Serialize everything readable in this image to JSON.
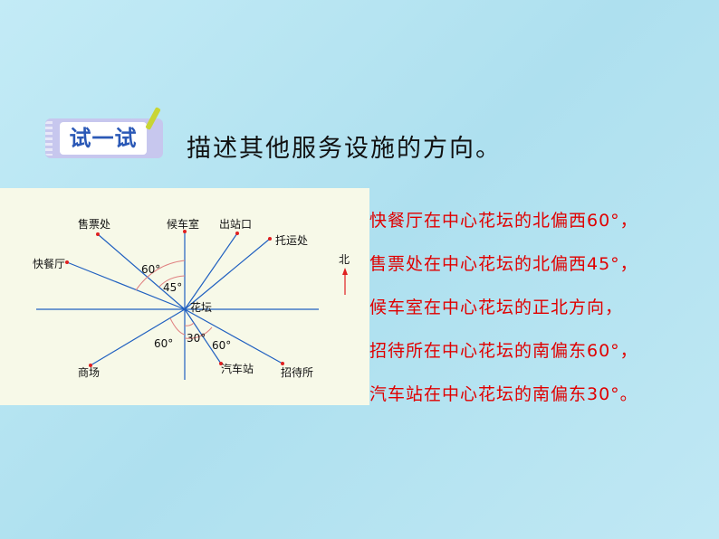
{
  "badge": {
    "label": "试一试"
  },
  "title": "描述其他服务设施的方向。",
  "diagram": {
    "labels": {
      "ticket": "售票处",
      "waiting": "候车室",
      "exit": "出站口",
      "baggage": "托运处",
      "fastfood": "快餐厅",
      "flowerbed": "花坛",
      "mall": "商场",
      "bus": "汽车站",
      "hostel": "招待所",
      "north": "北"
    },
    "angles": {
      "a60_nw": "60°",
      "a45": "45°",
      "a60_sw": "60°",
      "a30": "30°",
      "a60_se": "60°"
    },
    "colors": {
      "dot": "#e02020",
      "line": "#2060c0",
      "arc": "#e08080"
    }
  },
  "answers": [
    "快餐厅在中心花坛的北偏西60°，",
    "售票处在中心花坛的北偏西45°，",
    "候车室在中心花坛的正北方向，",
    "招待所在中心花坛的南偏东60°，",
    "汽车站在中心花坛的南偏东30°。"
  ]
}
